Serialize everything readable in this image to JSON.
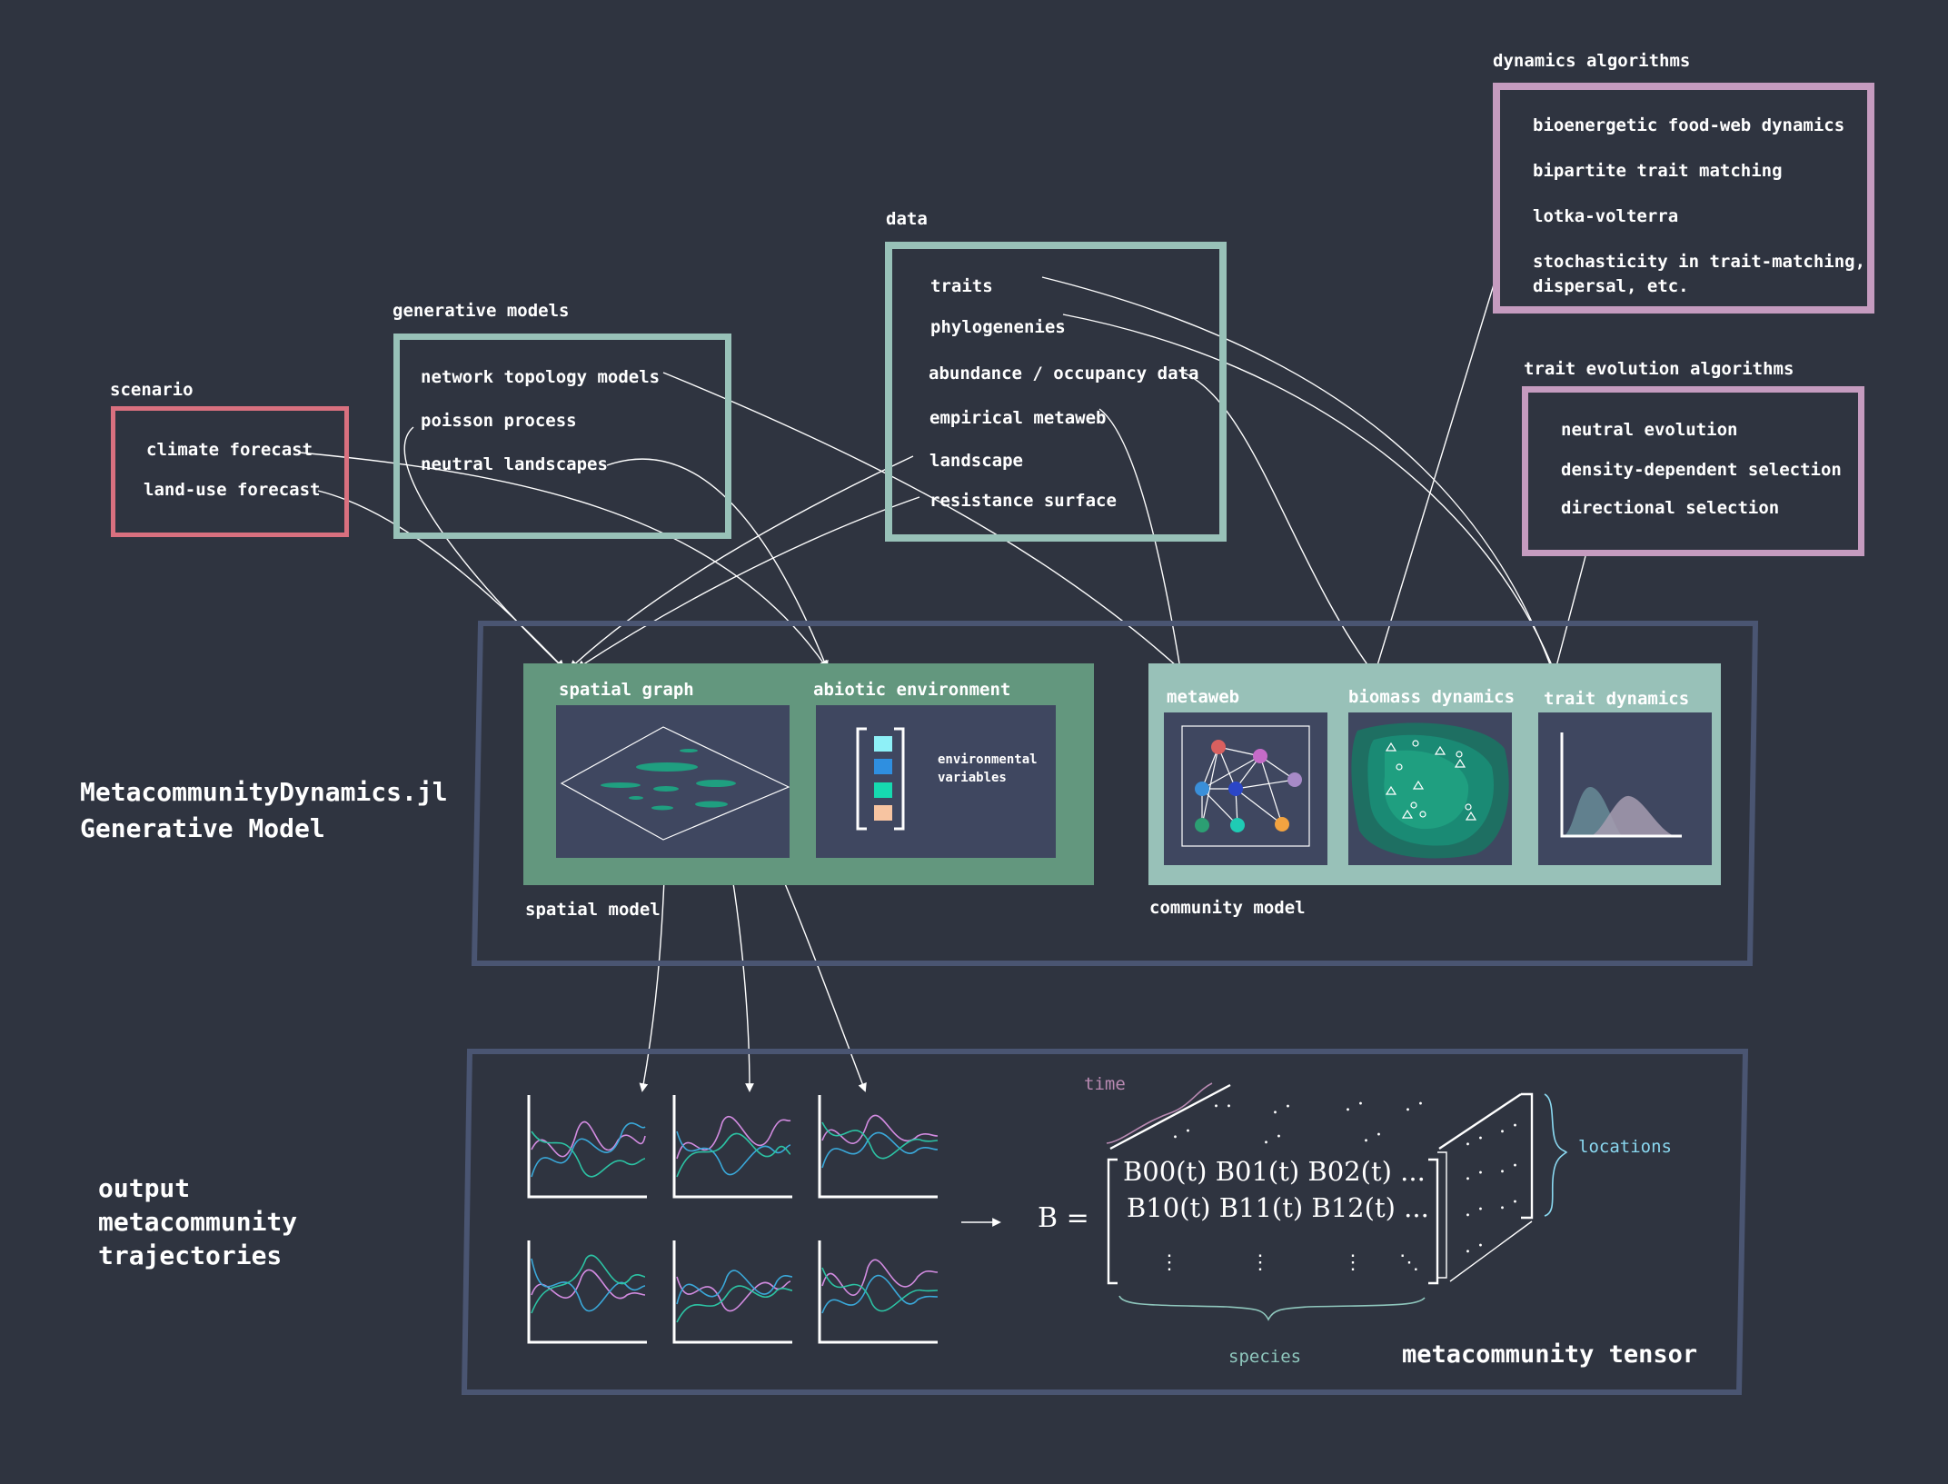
{
  "scenario": {
    "heading": "scenario",
    "items": [
      "climate forecast",
      "land-use forecast"
    ],
    "color": "#d9707f"
  },
  "generative_models": {
    "heading": "generative models",
    "items": [
      "network topology models",
      "poisson process",
      "neutral landscapes"
    ],
    "color": "#98c1b8"
  },
  "data": {
    "heading": "data",
    "items": [
      "traits",
      "phylogenenies",
      "abundance / occupancy data",
      "empirical metaweb",
      "landscape",
      "resistance surface"
    ],
    "color": "#98c1b8"
  },
  "dynamics_algorithms": {
    "heading": "dynamics algorithms",
    "items": [
      "bioenergetic food-web dynamics",
      "bipartite trait matching",
      "lotka-volterra",
      "stochasticity in trait-matching,",
      "dispersal, etc."
    ],
    "color": "#c59bbf"
  },
  "trait_evolution_algorithms": {
    "heading": "trait evolution algorithms",
    "items": [
      "neutral evolution",
      "density-dependent selection",
      "directional selection"
    ],
    "color": "#c59bbf"
  },
  "model": {
    "title_line1": "MetacommunityDynamics.jl",
    "title_line2": "Generative Model",
    "spatial_model": {
      "label": "spatial model",
      "spatial_graph": "spatial graph",
      "abiotic_environment": "abiotic environment",
      "env_line1": "environmental",
      "env_line2": "variables",
      "env_colors": [
        "#8ef0f7",
        "#2f8fe0",
        "#16d9b0",
        "#f7c4a1"
      ]
    },
    "community_model": {
      "label": "community model",
      "metaweb": "metaweb",
      "biomass_dynamics": "biomass dynamics",
      "trait_dynamics": "trait dynamics"
    }
  },
  "output": {
    "title_lines": [
      "output",
      "metacommunity",
      "trajectories"
    ],
    "tensor": {
      "label": "metacommunity tensor",
      "time": "time",
      "locations": "locations",
      "species": "species",
      "lhs": "B =",
      "row1": "B00(t)  B01(t)  B02(t)  ...",
      "row2": "B10(t)  B11(t)  B12(t)  ..."
    }
  }
}
